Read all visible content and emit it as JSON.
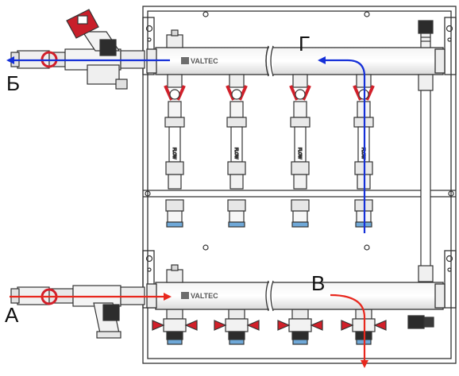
{
  "labels": {
    "flow_a": "А",
    "flow_b": "Б",
    "flow_v": "В",
    "flow_g": "Г"
  },
  "brand": {
    "upper_manifold": "VALTEC",
    "lower_manifold": "VALTEC"
  },
  "colors": {
    "supply_arrow": "#e8281e",
    "return_arrow": "#1530d8",
    "valve_handle": "#d2202a",
    "balancing_valve_cap": "#c81f2a",
    "flowmeter_blue": "#6fa8d8",
    "frame": "#333333"
  },
  "circuits": [
    {
      "flowmeter_text": "FLOW"
    },
    {
      "flowmeter_text": "FLOW"
    },
    {
      "flowmeter_text": "FLOW"
    },
    {
      "flowmeter_text": "FLOW"
    }
  ]
}
